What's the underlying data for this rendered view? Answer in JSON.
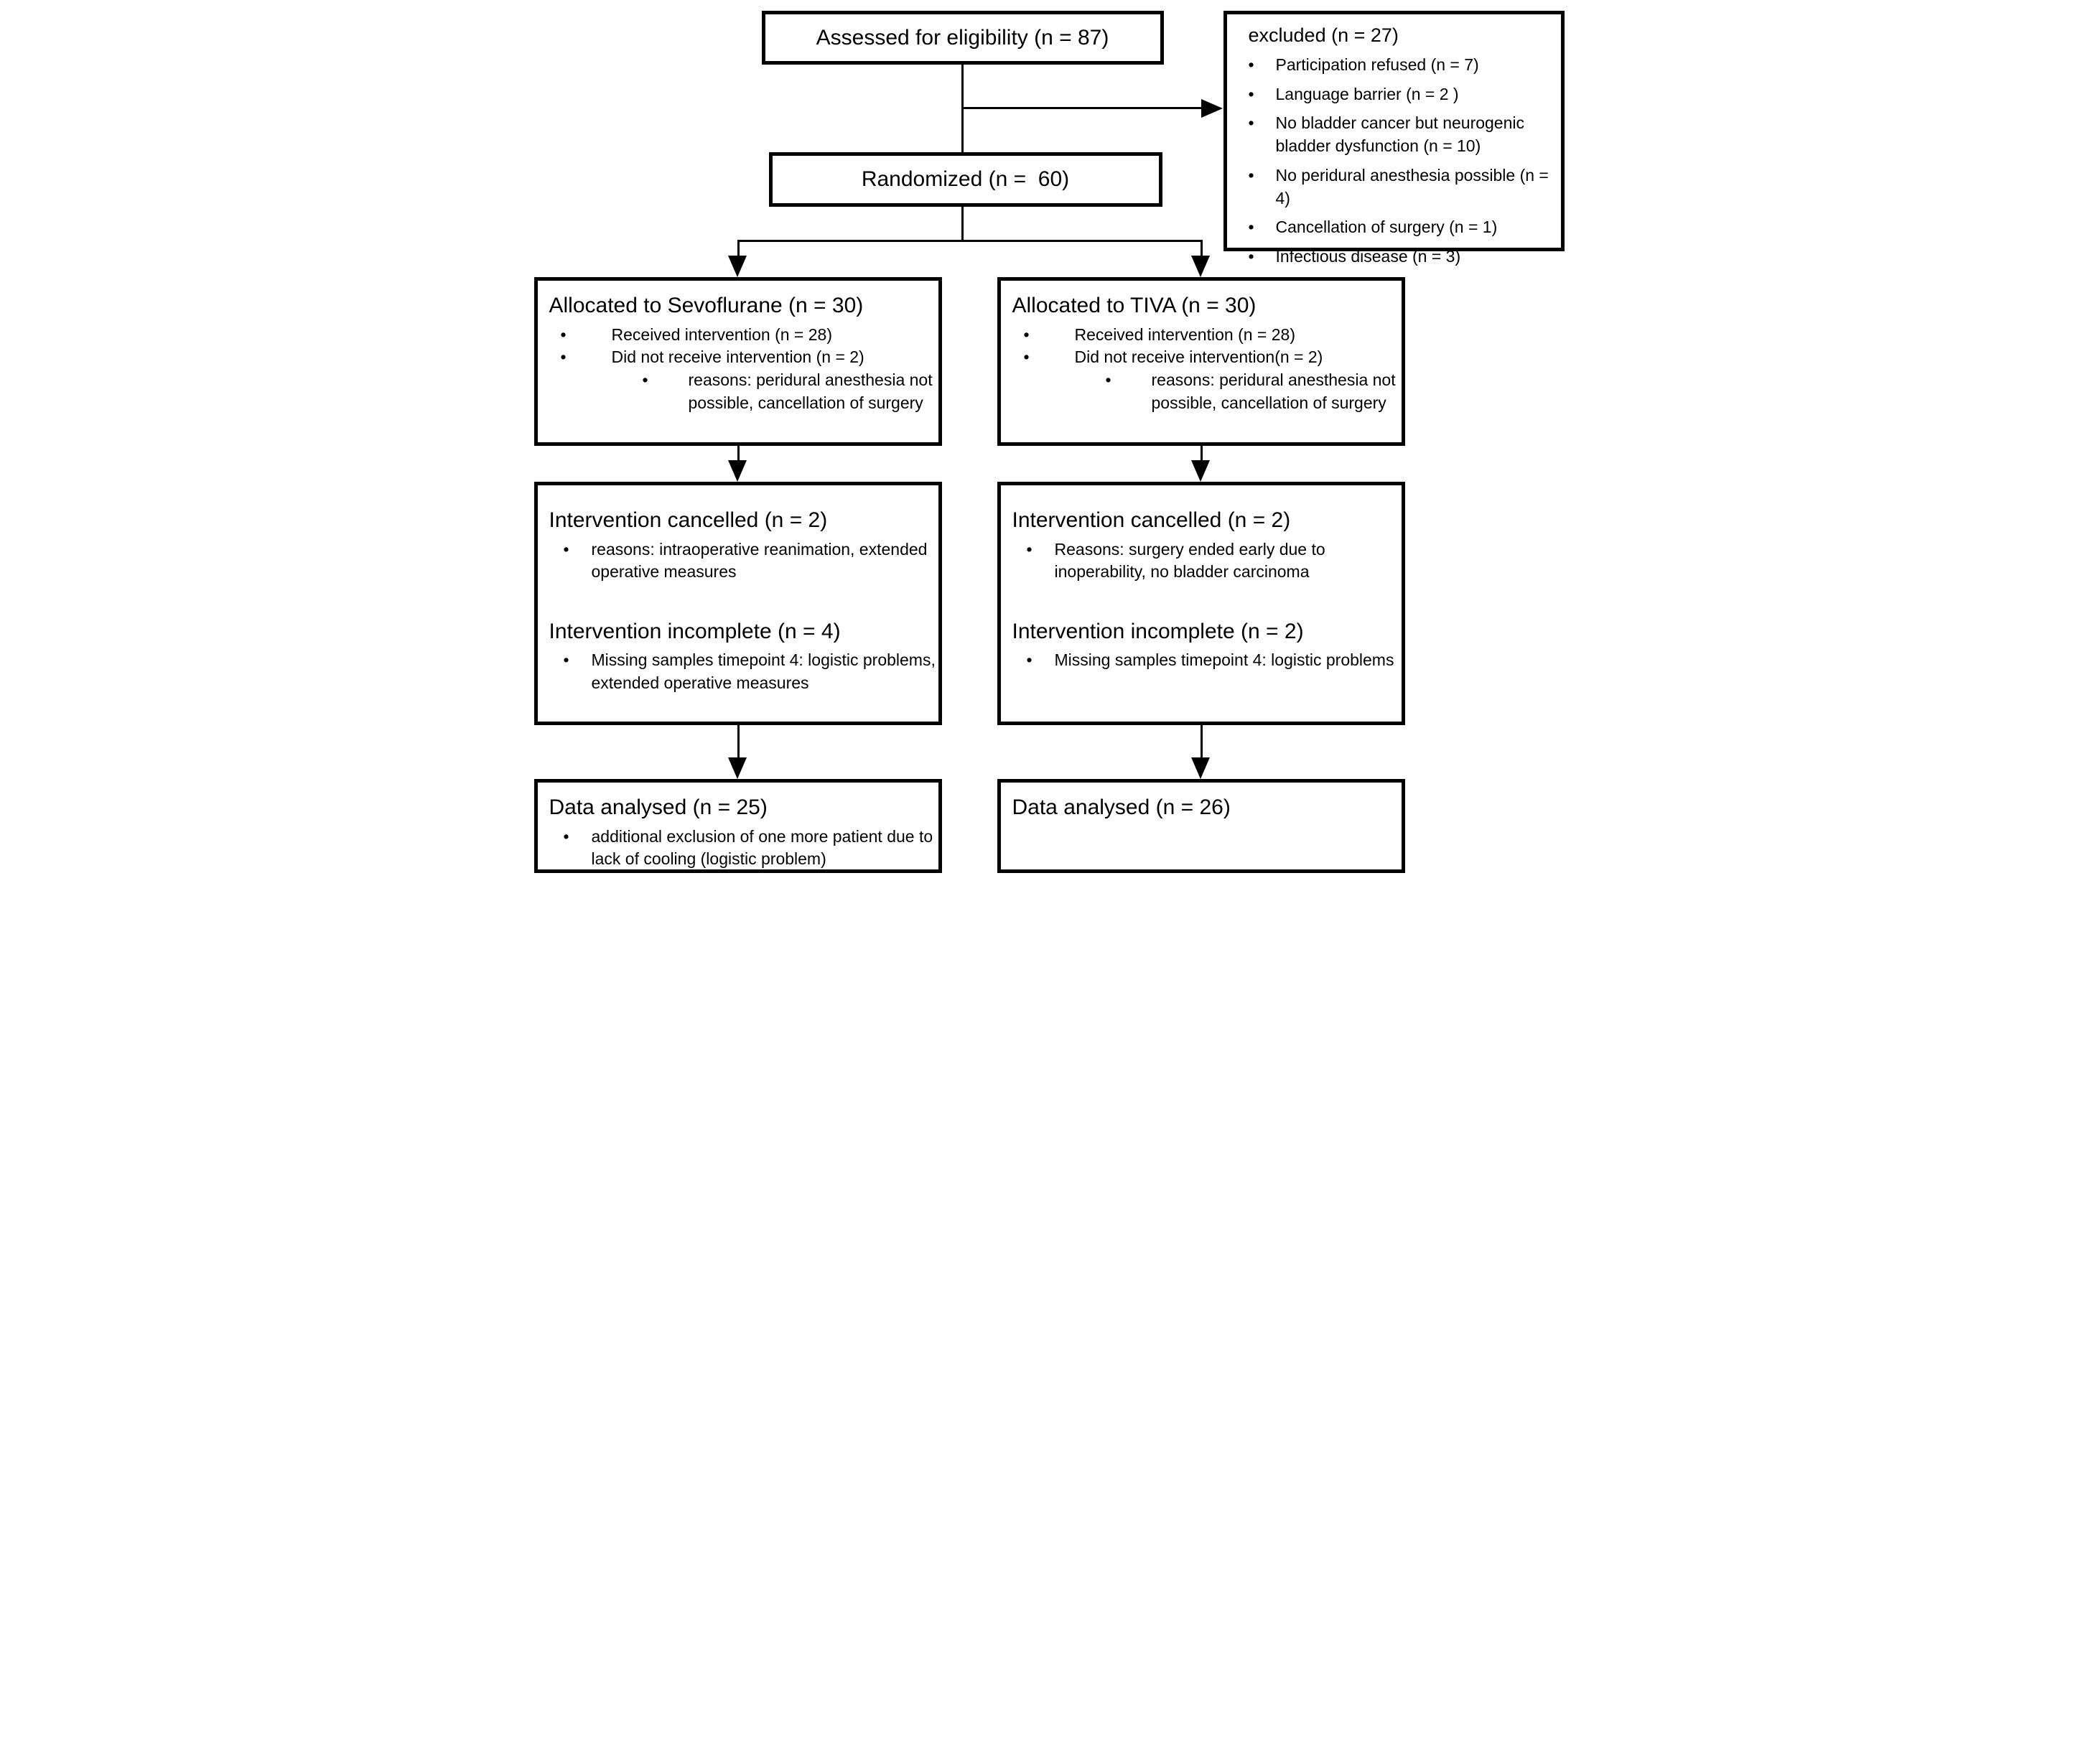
{
  "flow": {
    "assessed": {
      "title": "Assessed for eligibility (n = 87)"
    },
    "excluded": {
      "title": "excluded (n = 27)",
      "items": [
        "Participation refused (n = 7)",
        "Language barrier (n = 2 )",
        "No bladder cancer but neurogenic bladder dysfunction (n = 10)",
        "No peridural anesthesia possible (n = 4)",
        "Cancellation of surgery (n = 1)",
        "Infectious disease (n = 3)"
      ]
    },
    "randomized": {
      "title": "Randomized (n =  60)"
    },
    "allocated_sevoflurane": {
      "title": "Allocated to Sevoflurane (n = 30)",
      "received": "Received intervention (n = 28)",
      "not_received": "Did not receive intervention (n = 2)",
      "reasons": "reasons: peridural anesthesia not possible, cancellation of surgery"
    },
    "allocated_tiva": {
      "title": "Allocated to TIVA (n = 30)",
      "received": "Received intervention (n = 28)",
      "not_received": "Did not receive intervention(n = 2)",
      "reasons": "reasons: peridural anesthesia not possible, cancellation of surgery"
    },
    "followup_sevoflurane": {
      "cancelled_title": "Intervention cancelled (n = 2)",
      "cancelled_reason": "reasons: intraoperative reanimation, extended operative measures",
      "incomplete_title": "Intervention incomplete (n = 4)",
      "incomplete_reason": "Missing samples timepoint 4: logistic problems, extended operative measures"
    },
    "followup_tiva": {
      "cancelled_title": "Intervention cancelled (n = 2)",
      "cancelled_reason": "Reasons: surgery ended early due to inoperability, no bladder carcinoma",
      "incomplete_title": "Intervention incomplete (n = 2)",
      "incomplete_reason": "Missing samples timepoint 4: logistic problems"
    },
    "analysed_sevoflurane": {
      "title": "Data analysed (n = 25)",
      "note": "additional exclusion of one more patient due to lack of cooling (logistic problem)"
    },
    "analysed_tiva": {
      "title": "Data analysed (n = 26)"
    }
  },
  "colors": {
    "border": "#000000",
    "background": "#ffffff",
    "text": "#000000"
  }
}
